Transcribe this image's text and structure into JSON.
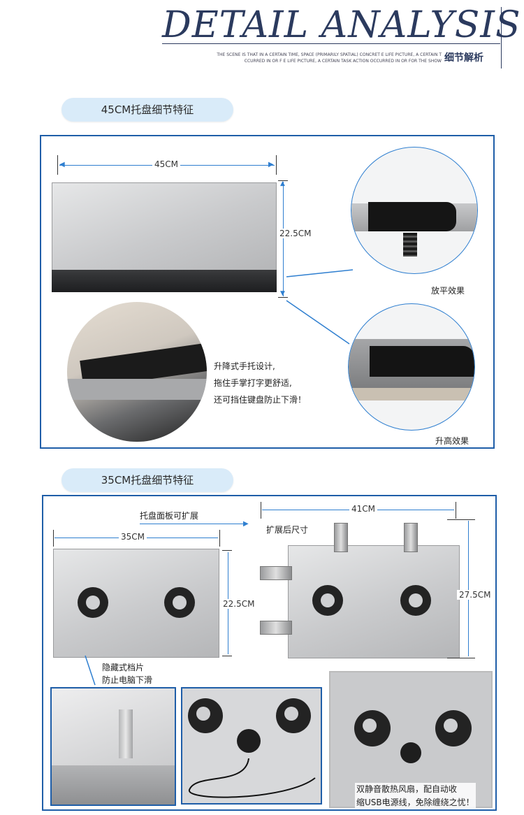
{
  "header": {
    "title": "DETAIL ANALYSIS",
    "subtitle_line1": "THE SCENE IS THAT IN A CERTAIN TIME, SPACE (PRIMARILY SPATIAL) CONCRET E LIFE PICTURE, A CERTAIN T",
    "subtitle_line2": "CCURRED IN OR F E LIFE PICTURE, A CERTAIN TASK ACTION OCCURRED IN OR FOR THE SHOW",
    "cn_label": "细节解析"
  },
  "section1": {
    "pill": "45CM托盘细节特征",
    "width_label": "45CM",
    "height_label": "22.5CM",
    "flat_caption": "放平效果",
    "raised_caption": "升高效果",
    "feature_lines": [
      "升降式手托设计,",
      "拖住手掌打字更舒适,",
      "还可挡住键盘防止下滑！"
    ]
  },
  "section2": {
    "pill": "35CM托盘细节特征",
    "expand_label": "托盘面板可扩展",
    "expanded_size_label": "扩展后尺寸",
    "left_width": "35CM",
    "left_height": "22.5CM",
    "right_width": "41CM",
    "right_height": "27.5CM",
    "stopper_lines": [
      "隐藏式档片",
      "防止电脑下滑"
    ],
    "fan_lines": [
      "双静音散热风扇，配自动收",
      "缩USB电源线，免除缠绕之忧！"
    ]
  },
  "colors": {
    "accent": "#1f5ea8",
    "arrow": "#2f7fd0",
    "pill_bg": "#d9ebf9",
    "title": "#2b3a5e"
  }
}
